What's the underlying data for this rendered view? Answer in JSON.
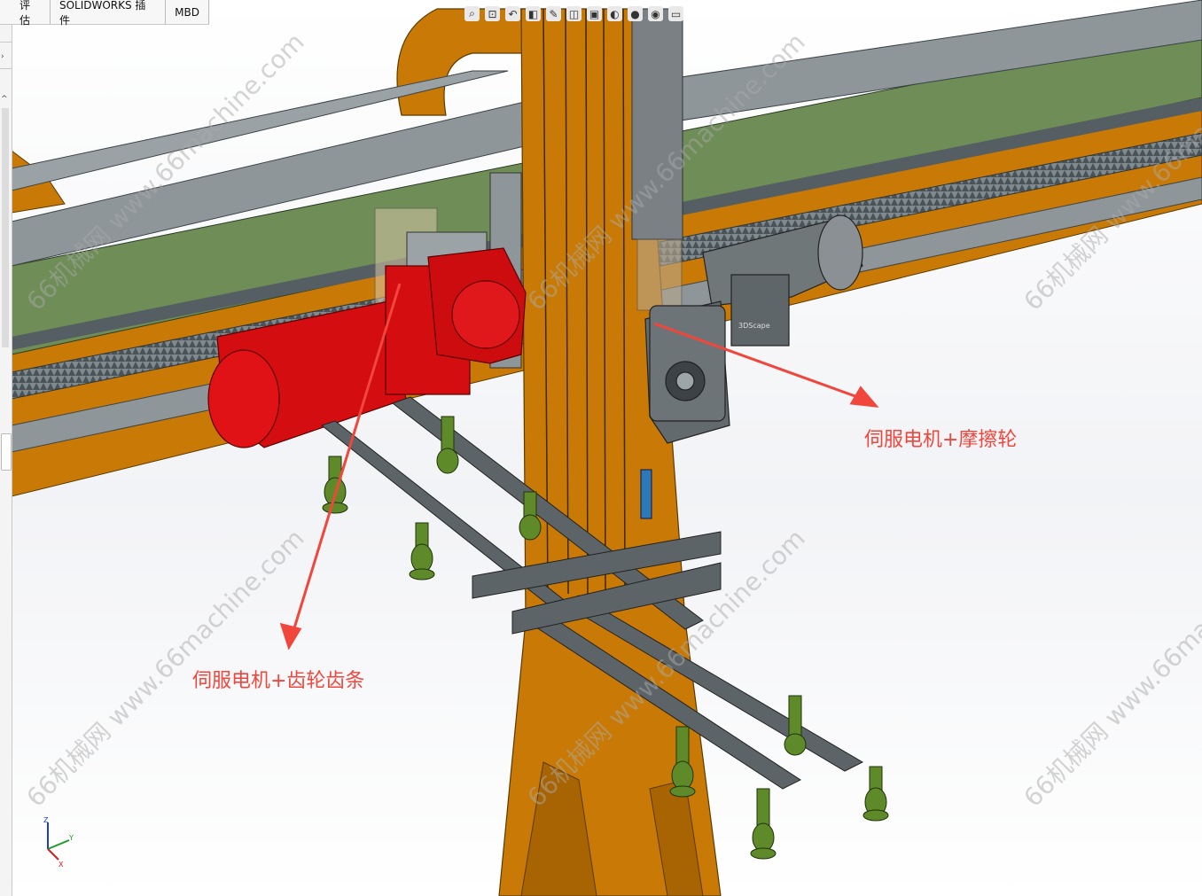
{
  "tabs": [
    {
      "label": "评估"
    },
    {
      "label": "SOLIDWORKS 插件"
    },
    {
      "label": "MBD"
    }
  ],
  "view_toolbar": {
    "icons": [
      "zoom-fit-icon",
      "zoom-area-icon",
      "previous-view-icon",
      "section-view-icon",
      "dynamic-annotation-icon",
      "view-orientation-icon",
      "display-style-icon",
      "hide-show-icon",
      "edit-appearance-icon",
      "apply-scene-icon",
      "view-settings-icon"
    ]
  },
  "annotations": {
    "friction": "伺服电机+摩擦轮",
    "gear": "伺服电机+齿轮齿条"
  },
  "watermark": {
    "text": "66机械网 www.66machine.com"
  },
  "model_label": "3DScape",
  "triad": {
    "z": "Z",
    "y": "Y",
    "x": "X"
  },
  "colors": {
    "annotation": "#f0463c",
    "frame_orange": "#c97a06",
    "servo_red": "#d40d10",
    "rail_gray": "#8e969a",
    "rail_green": "#6e8d57",
    "suction_green": "#5e8a2a"
  }
}
